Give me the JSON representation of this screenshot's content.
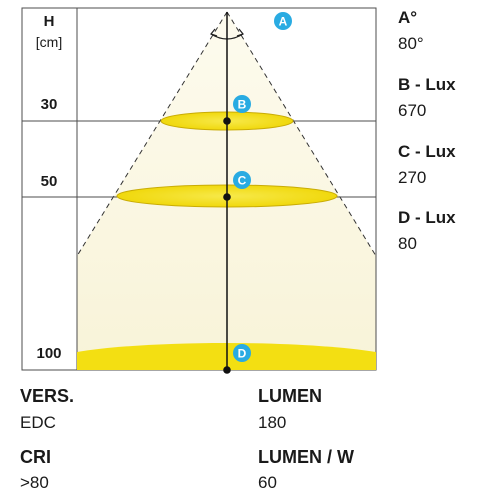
{
  "diagram": {
    "axis_label": "H",
    "axis_unit": "[cm]",
    "height_marks": [
      "30",
      "50",
      "100"
    ],
    "points": [
      "A",
      "B",
      "C",
      "D"
    ],
    "colors": {
      "beam": "#fbf7e4",
      "ellipse": "#f4e31c",
      "marker": "#29abe2",
      "grid": "#4d4d4d"
    }
  },
  "side_values": [
    {
      "label": "A°",
      "value": "80°"
    },
    {
      "label": "B - Lux",
      "value": "670"
    },
    {
      "label": "C - Lux",
      "value": "270"
    },
    {
      "label": "D - Lux",
      "value": "80"
    }
  ],
  "specs": {
    "vers": {
      "label": "VERS.",
      "value": "EDC"
    },
    "lumen": {
      "label": "LUMEN",
      "value": "180"
    },
    "cri": {
      "label": "CRI",
      "value": ">80"
    },
    "lumen_w": {
      "label": "LUMEN / W",
      "value": "60"
    }
  }
}
